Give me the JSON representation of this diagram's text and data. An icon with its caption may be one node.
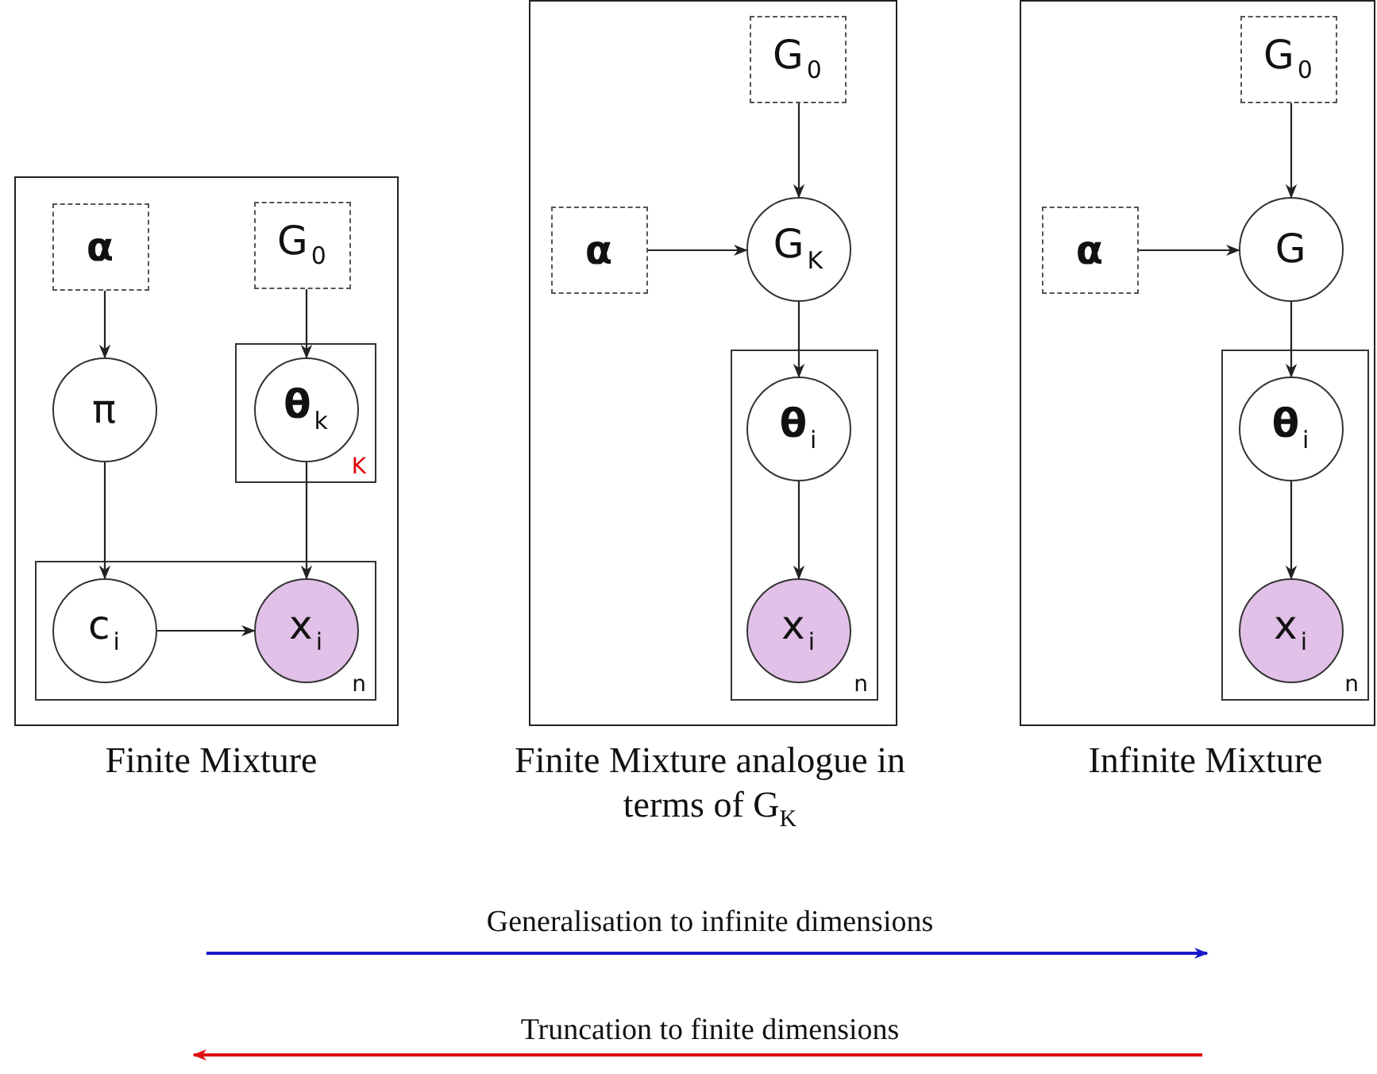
{
  "diagram": {
    "nodes": [
      {
        "text": [],
        "shape": "box",
        "beside": [
          "Finite Mixture"
        ]
      },
      {
        "text": [
          "α"
        ],
        "in": 0
      },
      {
        "text": [
          "G$_{0}$"
        ],
        "in": 0
      },
      {
        "text": [
          "π"
        ],
        "in": 0
      },
      {
        "text": [
          "K"
        ],
        "in": 0
      },
      {
        "text": [
          "**θ**$_{k}$"
        ],
        "in": 4
      },
      {
        "text": [
          "n"
        ],
        "in": 0
      },
      {
        "text": [
          "c$_{i}$"
        ],
        "in": 6
      },
      {
        "text": [
          "x$_{i}$"
        ],
        "in": 6
      },
      {
        "text": [],
        "shape": "box",
        "beside": [
          "Finite Mixture analogue in terms of G$_{K}$"
        ]
      },
      {
        "text": [
          "G$_{0}$"
        ],
        "in": 9
      },
      {
        "text": [
          "α"
        ],
        "in": 9
      },
      {
        "text": [
          "G$_{K}$"
        ],
        "in": 9
      },
      {
        "text": [
          "n"
        ],
        "in": 9
      },
      {
        "text": [
          "**θ**$_{i}$"
        ],
        "in": 13
      },
      {
        "text": [
          "x$_{i}$"
        ],
        "in": 13
      },
      {
        "text": [],
        "shape": "box",
        "beside": [
          "Infinite Mixture"
        ]
      },
      {
        "text": [
          "G$_{0}$"
        ],
        "in": 16
      },
      {
        "text": [
          "α"
        ],
        "in": 16
      },
      {
        "text": [
          "G"
        ],
        "in": 16
      },
      {
        "text": [
          "n"
        ],
        "in": 16
      },
      {
        "text": [
          "**θ**$_{i}$"
        ],
        "in": 20
      },
      {
        "text": [
          "x$_{i}$"
        ],
        "in": 20
      }
    ],
    "edges": [
      {
        "from": 1,
        "to": 3,
        "arrow": "to"
      },
      {
        "from": 2,
        "to": 5,
        "arrow": "to"
      },
      {
        "from": 3,
        "to": 7,
        "arrow": "to"
      },
      {
        "from": 5,
        "to": 8,
        "arrow": "to"
      },
      {
        "from": 7,
        "to": 8,
        "arrow": "to"
      },
      {
        "from": 10,
        "to": 12,
        "arrow": "to"
      },
      {
        "from": 11,
        "to": 12,
        "arrow": "to"
      },
      {
        "from": 12,
        "to": 14,
        "arrow": "to"
      },
      {
        "from": 14,
        "to": 15,
        "arrow": "to"
      },
      {
        "from": 17,
        "to": 19,
        "arrow": "to"
      },
      {
        "from": 18,
        "to": 19,
        "arrow": "to"
      },
      {
        "from": 19,
        "to": 21,
        "arrow": "to"
      },
      {
        "from": 21,
        "to": 22,
        "arrow": "to"
      }
    ],
    "labels": [
      "Generalisation to infinite dimensions",
      "Truncation to finite dimensions"
    ]
  }
}
